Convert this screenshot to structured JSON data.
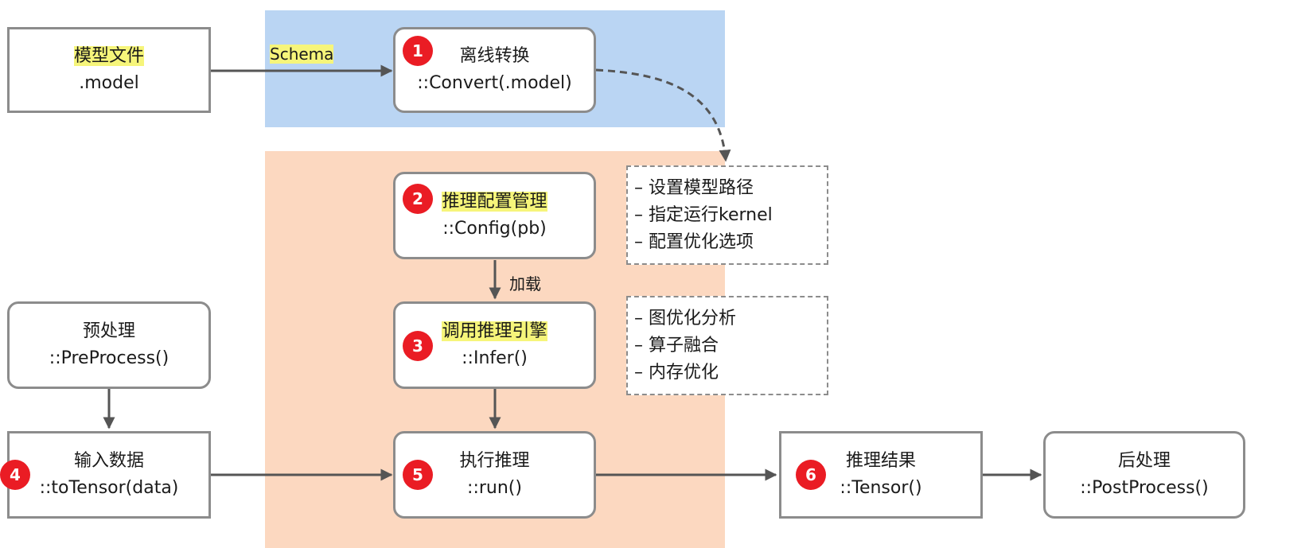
{
  "model_file": {
    "title": "模型文件",
    "subtitle": ".model"
  },
  "schema_label": "Schema",
  "convert": {
    "step": "1",
    "title": "离线转换",
    "subtitle": "::Convert(.model)"
  },
  "config": {
    "step": "2",
    "title": "推理配置管理",
    "subtitle": "::Config(pb)"
  },
  "load_label": "加载",
  "infer": {
    "step": "3",
    "title": "调用推理引擎",
    "subtitle": "::Infer()"
  },
  "config_notes": [
    "– 设置模型路径",
    "– 指定运行kernel",
    "– 配置优化选项"
  ],
  "infer_notes": [
    "– 图优化分析",
    "– 算子融合",
    "– 内存优化"
  ],
  "preprocess": {
    "title": "预处理",
    "subtitle": "::PreProcess()"
  },
  "input": {
    "step": "4",
    "title": "输入数据",
    "subtitle": "::toTensor(data)"
  },
  "run": {
    "step": "5",
    "title": "执行推理",
    "subtitle": "::run()"
  },
  "result": {
    "step": "6",
    "title": "推理结果",
    "subtitle": "::Tensor()"
  },
  "postprocess": {
    "title": "后处理",
    "subtitle": "::PostProcess()"
  },
  "colors": {
    "offline_region": "#bad5f3",
    "online_region": "#fcd8c0",
    "highlight": "#f6f57a",
    "badge": "#ea1c24",
    "border": "#8c8c8c",
    "arrow": "#555555"
  }
}
